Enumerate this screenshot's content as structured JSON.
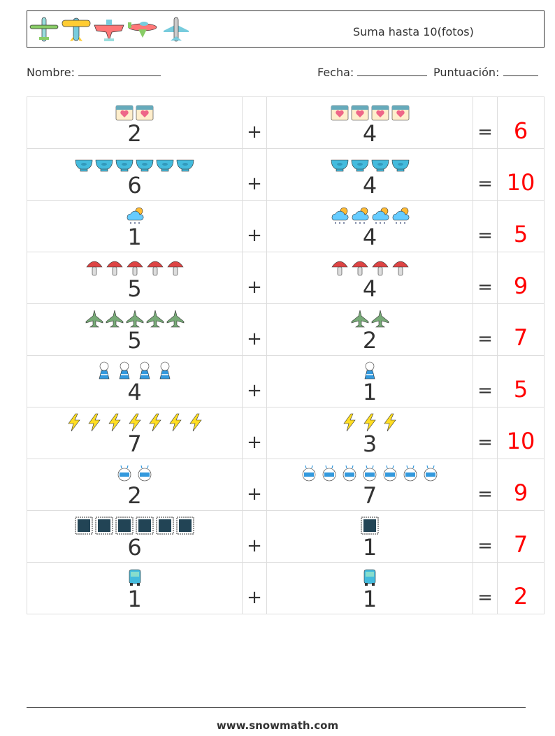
{
  "header": {
    "title": "Suma hasta 10(fotos)",
    "logo_icons": [
      "plane-green-icon",
      "plane-yellow-icon",
      "plane-red-icon",
      "plane-red-green-icon",
      "plane-gray-icon"
    ]
  },
  "labels": {
    "name": "Nombre:",
    "date": "Fecha:",
    "score": "Puntuación:"
  },
  "operators": {
    "plus": "+",
    "equals": "="
  },
  "rows": [
    {
      "a": 2,
      "a_icon": "calendar-heart",
      "b": 4,
      "b_icon": "calendar-heart",
      "sum": 6
    },
    {
      "a": 6,
      "a_icon": "fishbowl",
      "b": 4,
      "b_icon": "fishbowl",
      "sum": 10
    },
    {
      "a": 1,
      "a_icon": "cloud-rain-sun",
      "b": 4,
      "b_icon": "cloud-rain-sun",
      "sum": 5
    },
    {
      "a": 5,
      "a_icon": "mushroom",
      "b": 4,
      "b_icon": "mushroom",
      "sum": 9
    },
    {
      "a": 5,
      "a_icon": "jet",
      "b": 2,
      "b_icon": "jet",
      "sum": 7
    },
    {
      "a": 4,
      "a_icon": "girl",
      "b": 1,
      "b_icon": "girl",
      "sum": 5
    },
    {
      "a": 7,
      "a_icon": "lightning",
      "b": 3,
      "b_icon": "lightning",
      "sum": 10
    },
    {
      "a": 2,
      "a_icon": "robot",
      "b": 7,
      "b_icon": "robot",
      "sum": 9
    },
    {
      "a": 6,
      "a_icon": "film-frame",
      "b": 1,
      "b_icon": "film-frame",
      "sum": 7
    },
    {
      "a": 1,
      "a_icon": "bus",
      "b": 1,
      "b_icon": "bus",
      "sum": 2
    }
  ],
  "footer": {
    "url": "www.snowmath.com"
  }
}
